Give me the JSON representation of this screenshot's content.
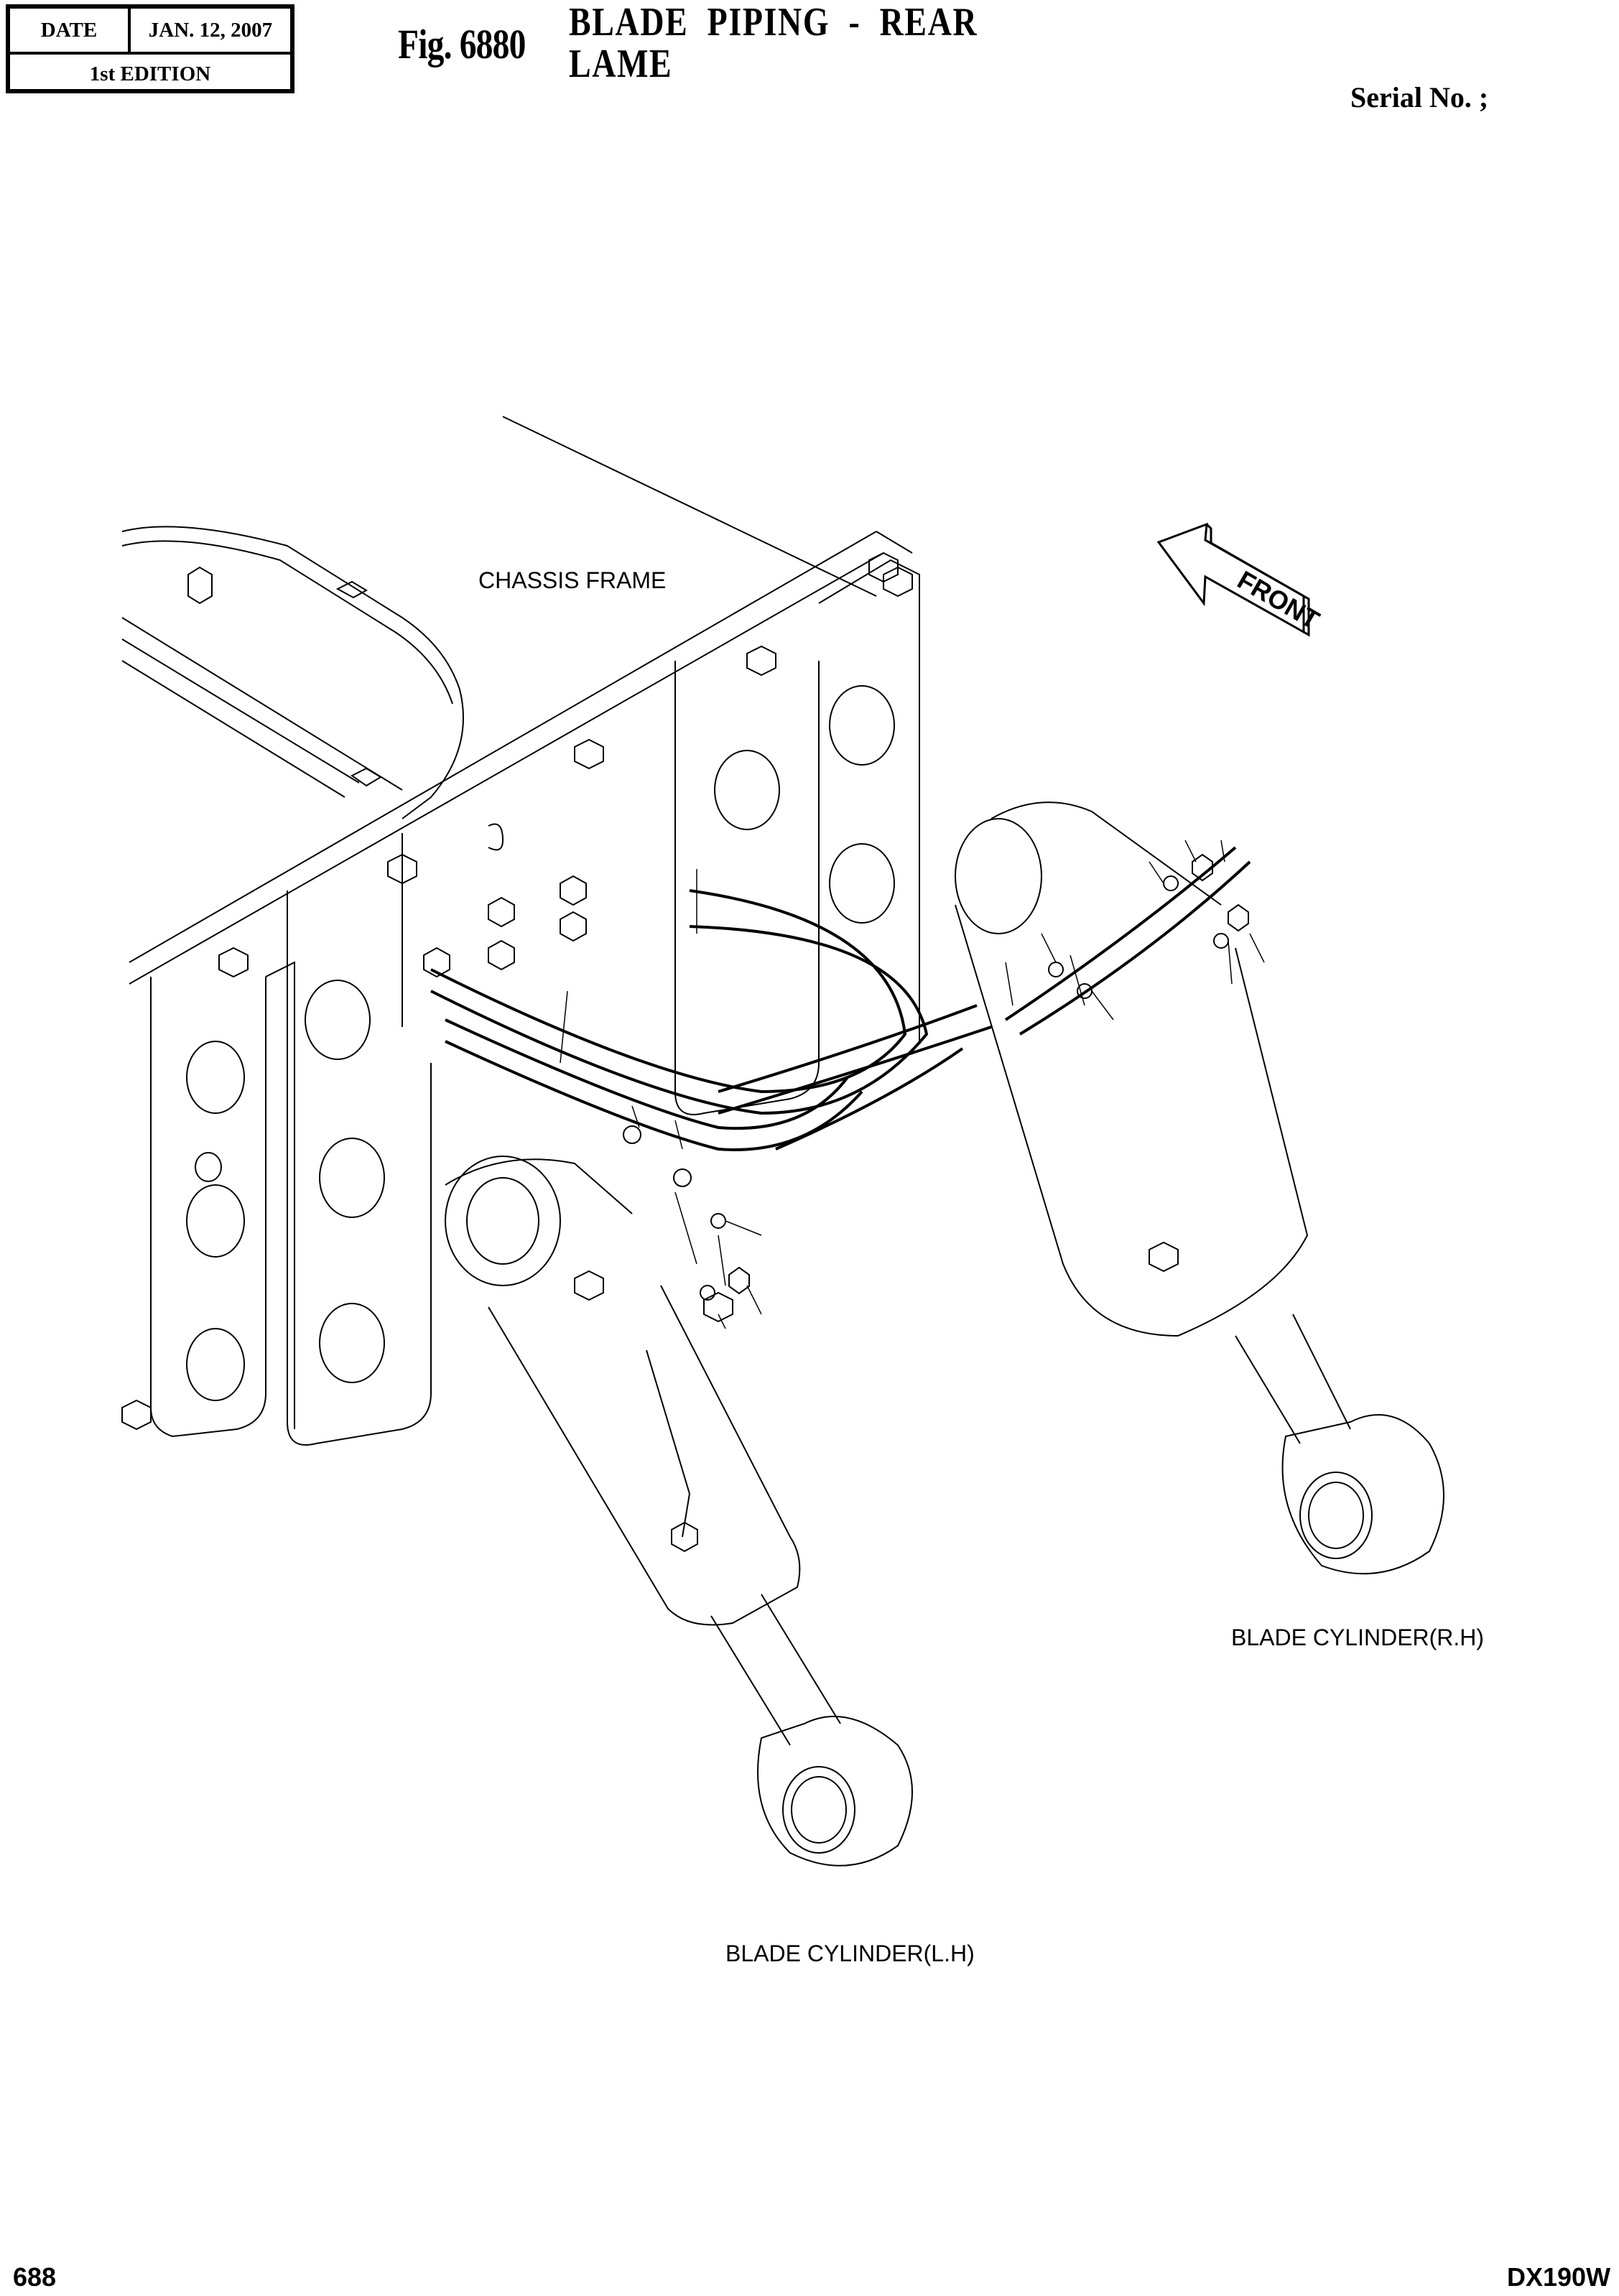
{
  "header": {
    "date_label": "DATE",
    "date_value": "JAN. 12, 2007",
    "edition": "1st EDITION",
    "figure_number": "Fig. 6880",
    "title_line1": "BLADE  PIPING  -  REAR",
    "title_line2": "LAME",
    "serial_label": "Serial No. ;"
  },
  "drawing": {
    "labels": {
      "chassis_frame": "CHASSIS FRAME",
      "front_arrow": "FRONT",
      "blade_cylinder_rh": "BLADE CYLINDER(R.H)",
      "blade_cylinder_lh": "BLADE CYLINDER(L.H)"
    }
  },
  "footer": {
    "page_number": "688",
    "model": "DX190W"
  }
}
